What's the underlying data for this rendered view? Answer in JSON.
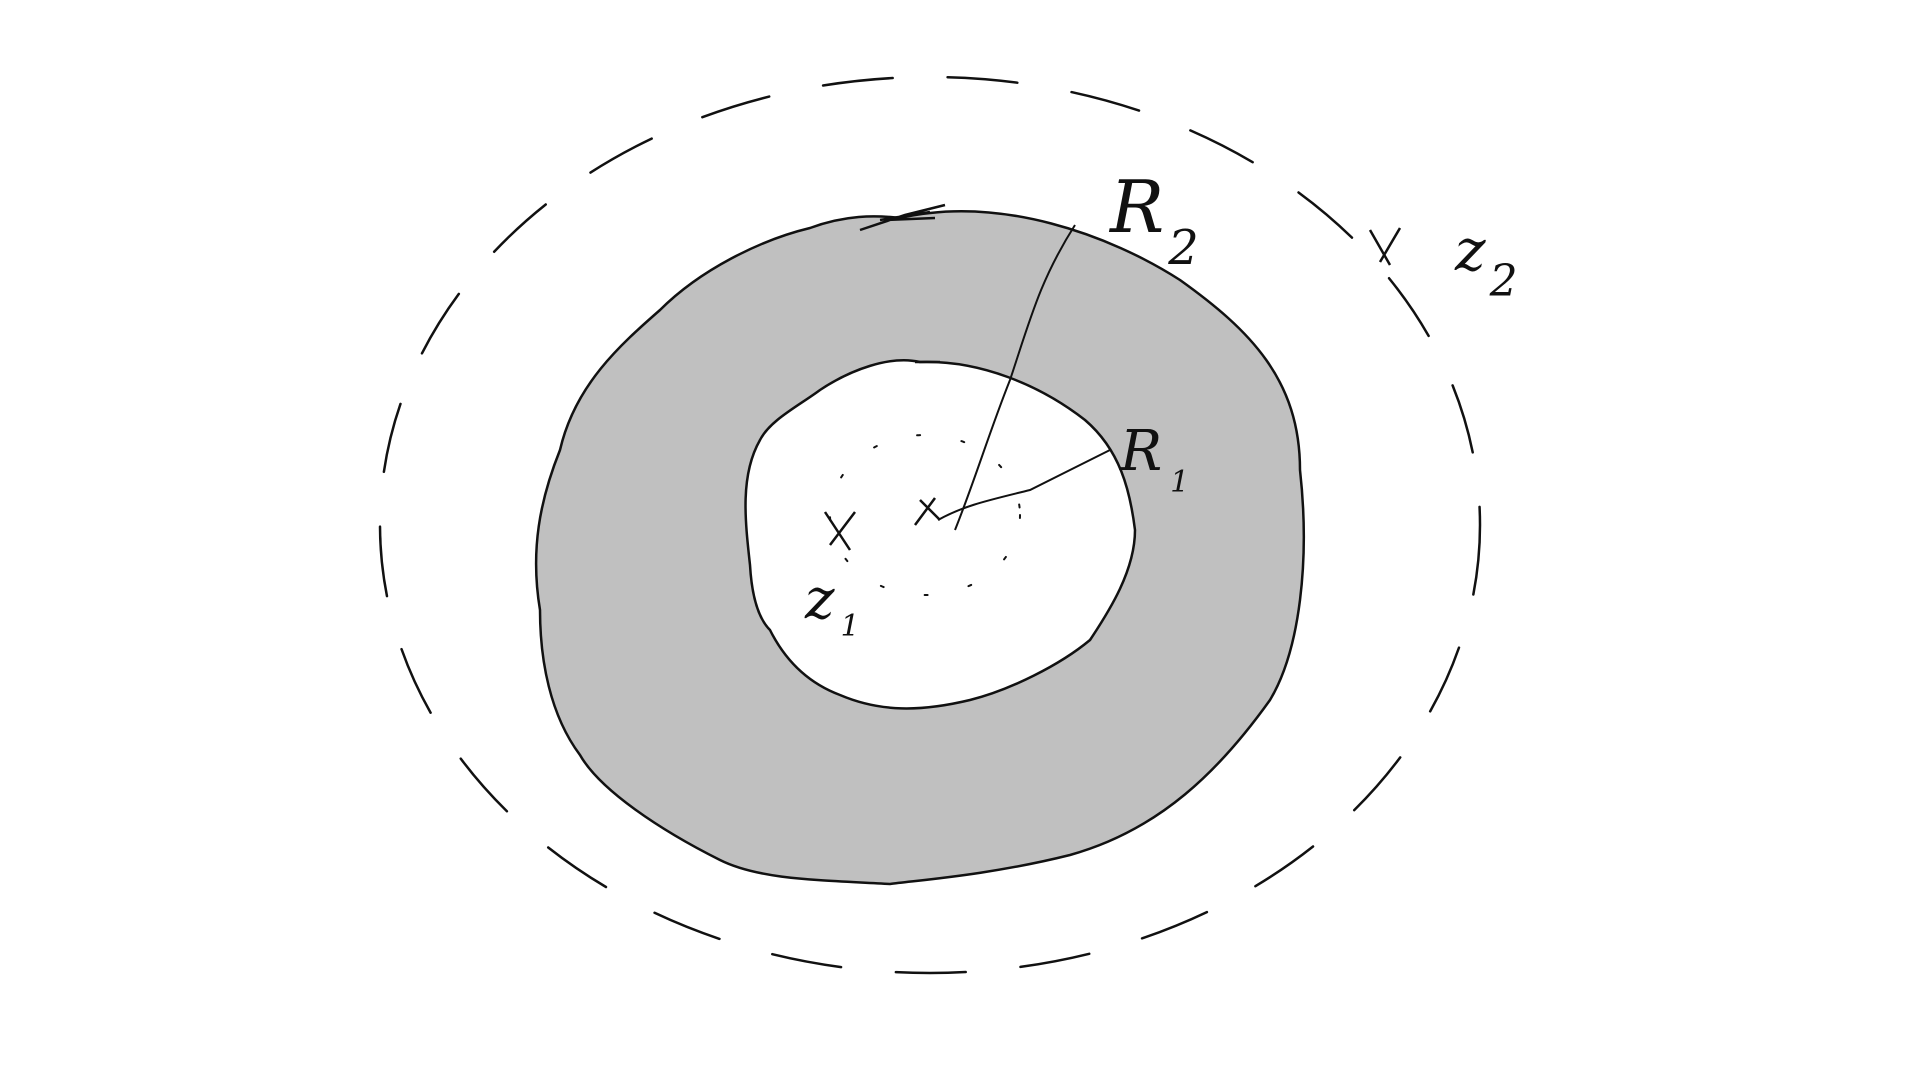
{
  "diagram": {
    "outer_radius_label": "R",
    "outer_radius_subscript": "2",
    "inner_radius_label": "R",
    "inner_radius_subscript": "1",
    "outer_point_label": "z",
    "outer_point_subscript": "2",
    "inner_point_label": "z",
    "inner_point_subscript": "1"
  },
  "colors": {
    "annulus_fill": "#c0c0c0",
    "stroke": "#111111",
    "background": "#ffffff"
  }
}
